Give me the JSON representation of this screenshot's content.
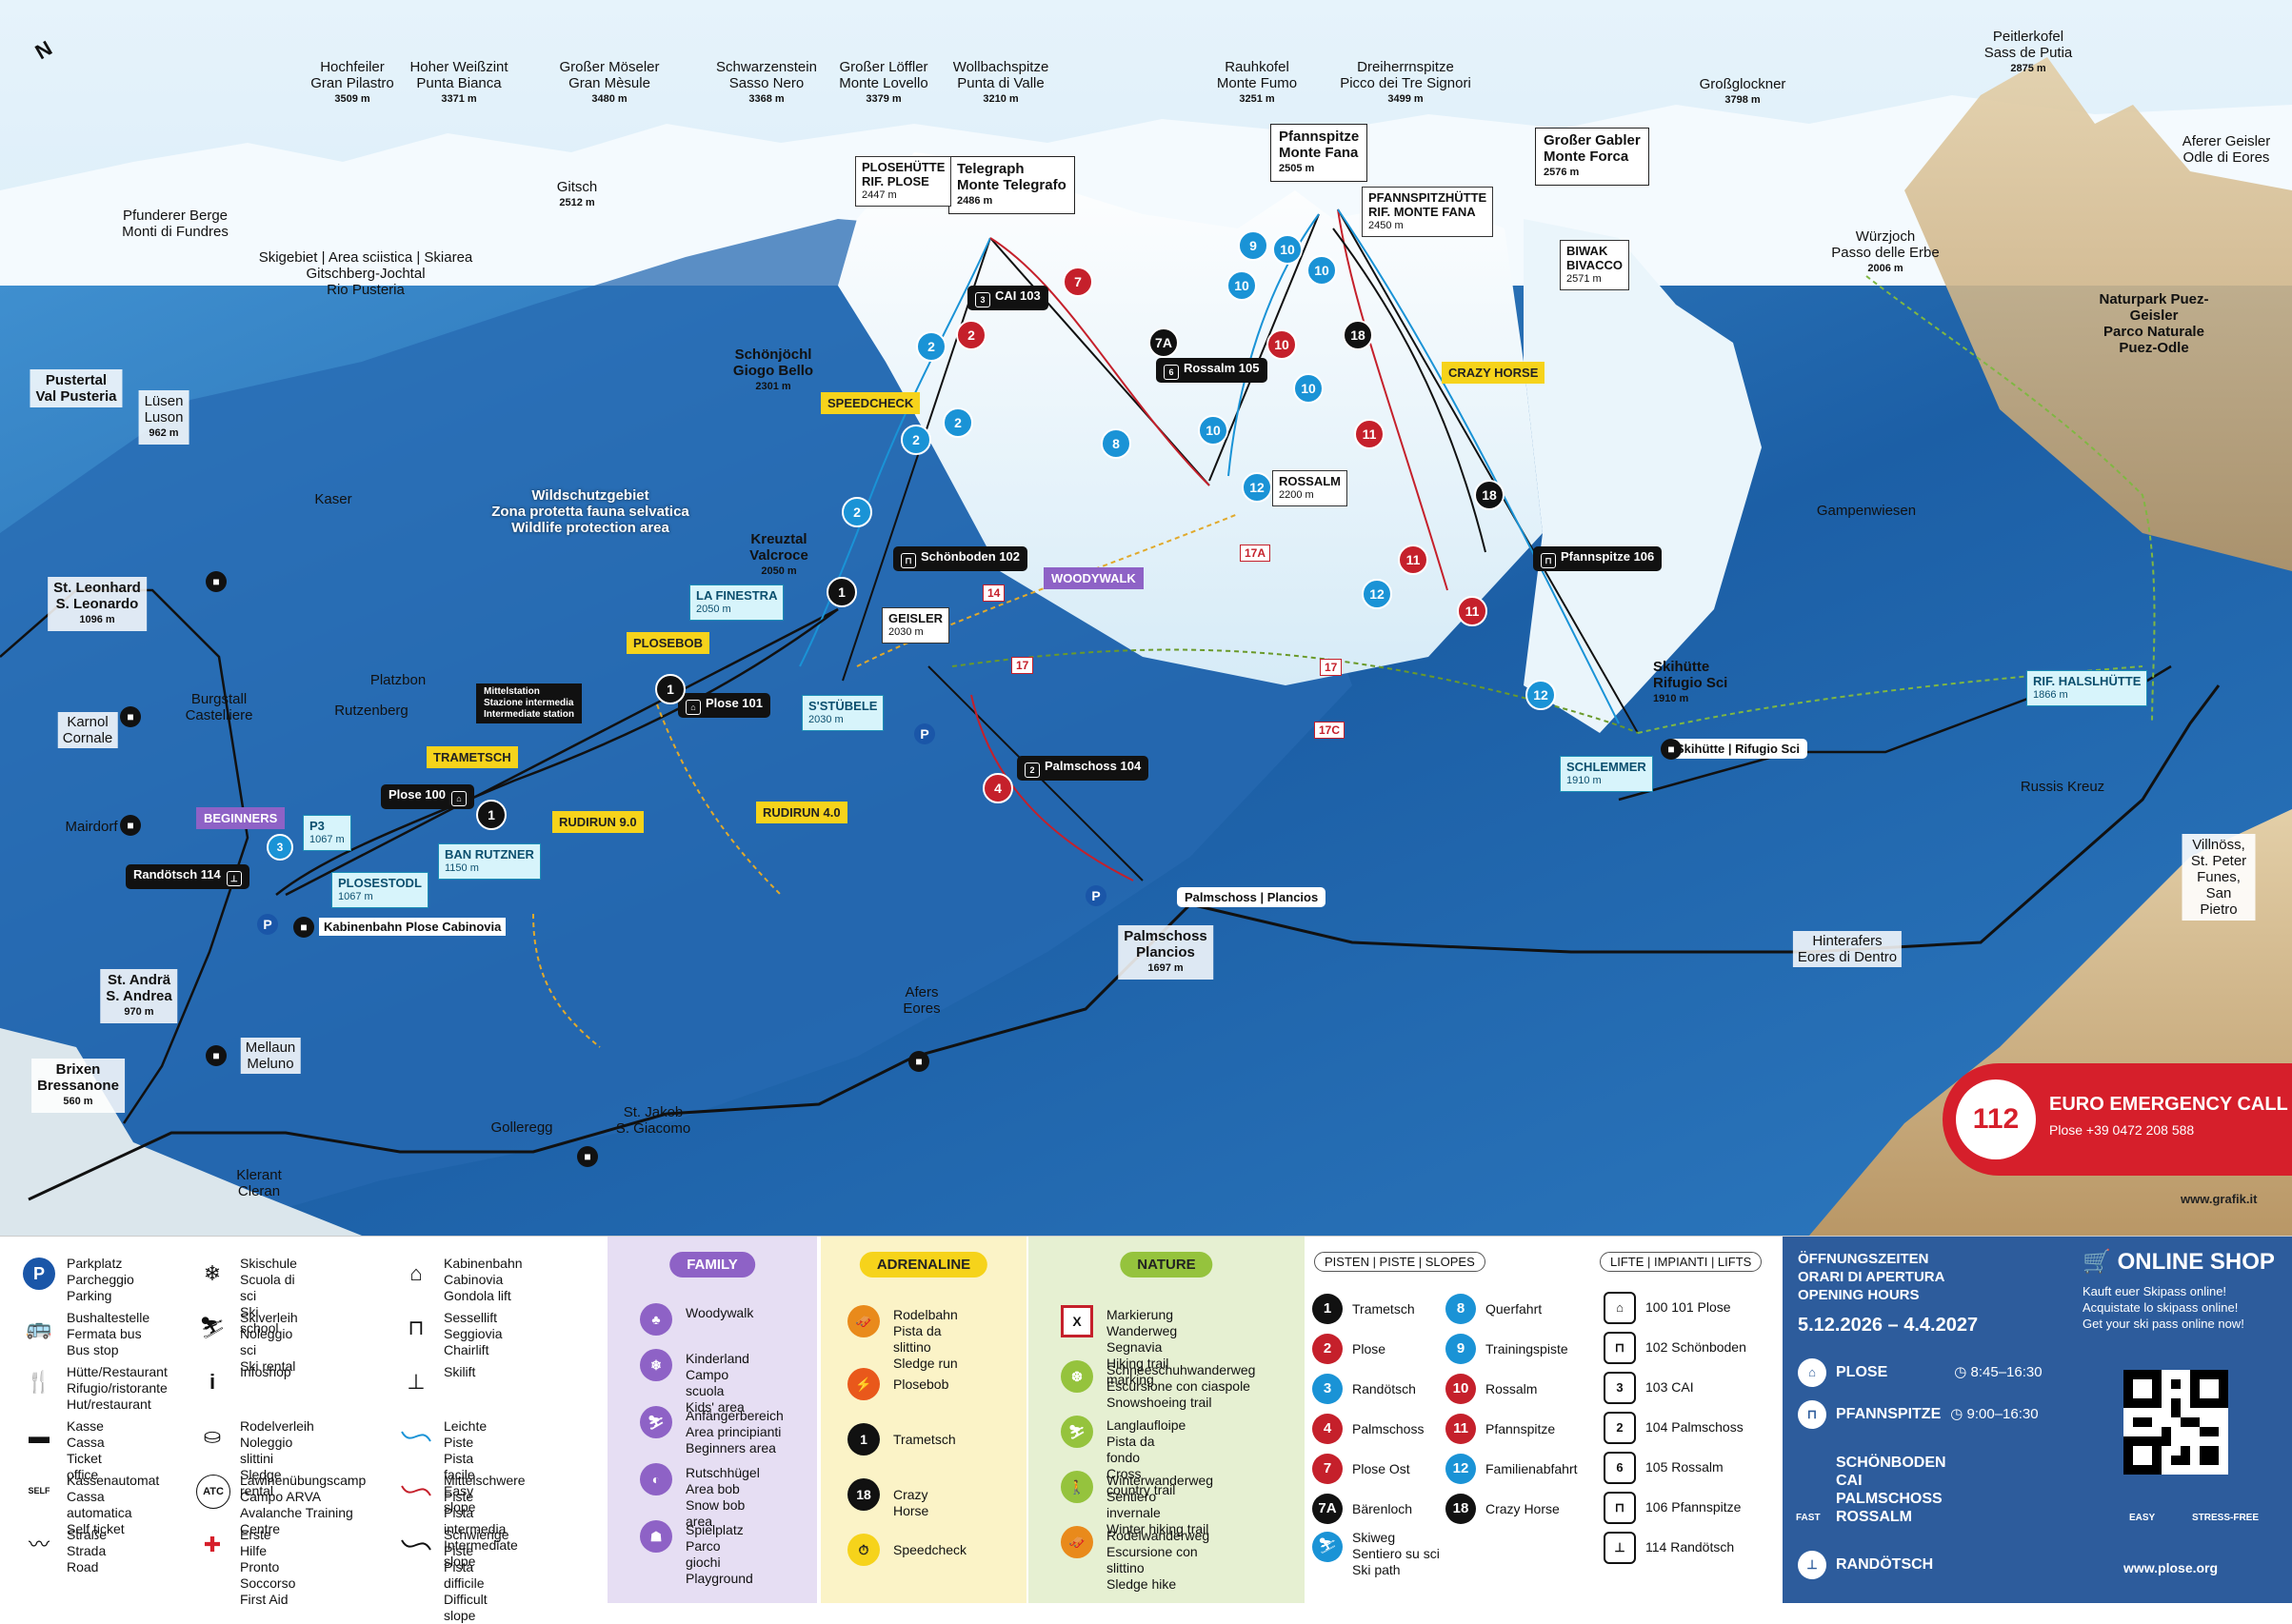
{
  "peaks": [
    {
      "name": "Hochfeiler",
      "alt_name": "Gran Pilastro",
      "elev": "3509 m"
    },
    {
      "name": "Hoher Weißzint",
      "alt_name": "Punta Bianca",
      "elev": "3371 m"
    },
    {
      "name": "Großer Möseler",
      "alt_name": "Gran Mèsule",
      "elev": "3480 m"
    },
    {
      "name": "Schwarzenstein",
      "alt_name": "Sasso Nero",
      "elev": "3368 m"
    },
    {
      "name": "Großer Löffler",
      "alt_name": "Monte Lovello",
      "elev": "3379 m"
    },
    {
      "name": "Wollbachspitze",
      "alt_name": "Punta di Valle",
      "elev": "3210 m"
    },
    {
      "name": "Rauhkofel",
      "alt_name": "Monte Fumo",
      "elev": "3251 m"
    },
    {
      "name": "Dreiherrnspitze",
      "alt_name": "Picco dei Tre Signori",
      "elev": "3499 m"
    },
    {
      "name": "Großglockner",
      "alt_name": "",
      "elev": "3798 m"
    },
    {
      "name": "Peitlerkofel",
      "alt_name": "Sass de Putia",
      "elev": "2875 m"
    },
    {
      "name": "Aferer Geisler",
      "alt_name": "Odle di Eores",
      "elev": ""
    }
  ],
  "places": {
    "gitsch": {
      "name": "Gitsch",
      "elev": "2512 m"
    },
    "pfunderer": "Pfunderer Berge\nMonti di Fundres",
    "gitschberg": "Skigebiet | Area sciistica | Skiarea\nGitschberg-Jochtal\nRio Pusteria",
    "pustertal": "Pustertal\nVal Pusteria",
    "luesen": {
      "name": "Lüsen\nLuson",
      "elev": "962 m"
    },
    "kaser": "Kaser",
    "wildschutz": "Wildschutzgebiet\nZona protetta fauna selvatica\nWildlife protection area",
    "st_leonhard": {
      "name": "St. Leonhard\nS. Leonardo",
      "elev": "1096 m"
    },
    "platzbon": "Platzbon",
    "burgstall": "Burgstall\nCastelliere",
    "rutzenberg": "Rutzenberg",
    "karnol": "Karnol\nCornale",
    "mairdorf": "Mairdorf",
    "st_andrae": {
      "name": "St. Andrä\nS. Andrea",
      "elev": "970 m"
    },
    "mellaun": "Mellaun\nMeluno",
    "brixen": {
      "name": "Brixen\nBressanone",
      "elev": "560 m"
    },
    "klerant": "Klerant\nCleran",
    "golleregg": "Golleregg",
    "st_jakob": "St. Jakob\nS. Giacomo",
    "afers": "Afers\nEores",
    "palmschoss": {
      "name": "Palmschoss\nPlancios",
      "elev": "1697 m"
    },
    "hinterafers": "Hinterafers\nEores di Dentro",
    "russis": "Russis Kreuz",
    "villnoess": "Villnöss, St. Peter\nFunes, San Pietro",
    "gampenwiesen": "Gampenwiesen",
    "wuerzjoch": {
      "name": "Würzjoch\nPasso delle Erbe",
      "elev": "2006 m"
    },
    "naturpark": "Naturpark Puez-Geisler\nParco Naturale Puez-Odle",
    "kreuztal": {
      "name": "Kreuztal\nValcroce",
      "elev": "2050 m"
    },
    "schoenjoechl": {
      "name": "Schönjöchl\nGiogo Bello",
      "elev": "2301 m"
    }
  },
  "summits": {
    "telegraph": {
      "name": "Telegraph\nMonte Telegrafo",
      "elev": "2486 m"
    },
    "pfannspitze": {
      "name": "Pfannspitze\nMonte Fana",
      "elev": "2505 m"
    },
    "gabler": {
      "name": "Großer Gabler\nMonte Forca",
      "elev": "2576 m"
    }
  },
  "huts": {
    "plosehuette": {
      "name": "PLOSEHÜTTE\nRIF. PLOSE",
      "elev": "2447 m"
    },
    "pfannspitzhuette": {
      "name": "PFANNSPITZHÜTTE\nRIF. MONTE FANA",
      "elev": "2450 m"
    },
    "biwak": {
      "name": "BIWAK\nBIVACCO",
      "elev": "2571 m"
    },
    "rossalm": {
      "name": "ROSSALM",
      "elev": "2200 m"
    },
    "la_finestra": {
      "name": "LA FINESTRA",
      "elev": "2050 m"
    },
    "geisler": {
      "name": "GEISLER",
      "elev": "2030 m"
    },
    "stuebele": {
      "name": "S'STÜBELE",
      "elev": "2030 m"
    },
    "skihuette": {
      "name": "Skihütte\nRifugio Sci",
      "elev": "1910 m"
    },
    "schlemmer": {
      "name": "SCHLEMMER",
      "elev": "1910 m"
    },
    "halslhuette": {
      "name": "RIF. HALSLHÜTTE",
      "elev": "1866 m"
    },
    "p3": {
      "name": "P3",
      "elev": "1067 m"
    },
    "ban_rutzner": {
      "name": "BAN RUTZNER",
      "elev": "1150 m"
    },
    "plosestodl": {
      "name": "PLOSESTODL",
      "elev": "1067 m"
    }
  },
  "lifts": {
    "cai103": "CAI 103",
    "rossalm105": "Rossalm 105",
    "schoenboden102": "Schönboden 102",
    "pfannspitze106": "Pfannspitze 106",
    "palmschoss104": "Palmschoss 104",
    "plose101": "Plose 101",
    "plose100": "Plose 100",
    "randoetsch114": "Randötsch 114",
    "mittelstation": "Mittelstation\nStazione intermedia\nIntermediate station",
    "kabinenbahn": "Kabinenbahn Plose Cabinovia",
    "skihuette_stop": "Skihütte | Rifugio Sci",
    "palmschoss_stop": "Palmschoss | Plancios"
  },
  "badges": {
    "speedcheck": "SPEEDCHECK",
    "crazy_horse": "CRAZY HORSE",
    "plosebob": "PLOSEBOB",
    "trametsch": "TRAMETSCH",
    "rudirun9": "RUDIRUN 9.0",
    "rudirun4": "RUDIRUN 4.0",
    "woodywalk": "WOODYWALK",
    "beginners": "BEGINNERS"
  },
  "emergency": {
    "number": "112",
    "title": "EURO EMERGENCY CALL",
    "sub": "Plose +39 0472 208 588"
  },
  "signature": "www.grafik.it",
  "north": "N",
  "legend": {
    "col1": [
      {
        "icon": "P",
        "text": "Parkplatz\nParcheggio\nParking"
      },
      {
        "icon": "🚌",
        "text": "Bushaltestelle\nFermata bus\nBus stop"
      },
      {
        "icon": "🍴",
        "text": "Hütte/Restaurant\nRifugio/ristorante\nHut/restaurant"
      },
      {
        "icon": "▬",
        "text": "Kasse\nCassa\nTicket office"
      },
      {
        "icon": "SELF",
        "text": "Kassenautomat\nCassa automatica\nSelf ticket"
      },
      {
        "icon": "〰",
        "text": "Straße\nStrada\nRoad"
      }
    ],
    "col2": [
      {
        "icon": "❄",
        "text": "Skischule\nScuola di sci\nSki school"
      },
      {
        "icon": "⛷",
        "text": "Skiverleih\nNoleggio sci\nSki rental"
      },
      {
        "icon": "i",
        "text": "Infoshop"
      },
      {
        "icon": "⛀",
        "text": "Rodelverleih\nNoleggio slittini\nSledge rental"
      },
      {
        "icon": "ATC",
        "text": "Lawinenübungscamp\nCampo ARVA\nAvalanche Training Centre"
      },
      {
        "icon": "✚",
        "text": "Erste Hilfe\nPronto Soccorso\nFirst Aid"
      }
    ],
    "col3": [
      {
        "icon": "⌂",
        "text": "Kabinenbahn\nCabinovia\nGondola lift"
      },
      {
        "icon": "⊓",
        "text": "Sessellift\nSeggiovia\nChairlift"
      },
      {
        "icon": "⊥",
        "text": "Skilift"
      },
      {
        "icon": "blue",
        "text": "Leichte Piste\nPista facile\nEasy slope"
      },
      {
        "icon": "red",
        "text": "Mittelschwere Piste\nPista intermedia\nIntermediate slope"
      },
      {
        "icon": "black",
        "text": "Schwierige Piste\nPista difficile\nDifficult slope"
      }
    ],
    "family": {
      "title": "FAMILY",
      "items": [
        "Woodywalk",
        "Kinderland\nCampo scuola\nKids' area",
        "Anfängerbereich\nArea principianti\nBeginners area",
        "Rutschhügel\nArea bob\nSnow bob area",
        "Spielplatz\nParco giochi\nPlayground"
      ]
    },
    "adrenaline": {
      "title": "ADRENALINE",
      "items": [
        {
          "icon": "🛷",
          "text": "Rodelbahn\nPista da slittino\nSledge run"
        },
        {
          "icon": "⚡",
          "text": "Plosebob"
        },
        {
          "icon": "1",
          "text": "Trametsch"
        },
        {
          "icon": "18",
          "text": "Crazy Horse"
        },
        {
          "icon": "⏱",
          "text": "Speedcheck"
        }
      ]
    },
    "nature": {
      "title": "NATURE",
      "items": [
        {
          "icon": "X",
          "text": "Markierung Wanderweg\nSegnavia\nHiking trail marking"
        },
        {
          "icon": "❆",
          "text": "Schneeschuhwanderweg\nEscursione con ciaspole\nSnowshoeing trail"
        },
        {
          "icon": "⛷",
          "text": "Langlaufloipe\nPista da fondo\nCross country trail"
        },
        {
          "icon": "🚶",
          "text": "Winterwanderweg\nSentiero invernale\nWinter hiking trail"
        },
        {
          "icon": "🛷",
          "text": "Rodelwanderweg\nEscursione con slittino\nSledge hike"
        }
      ]
    },
    "slopes_head": "PISTEN | PISTE | SLOPES",
    "slopes": [
      {
        "n": "1",
        "name": "Trametsch",
        "color": "#111111"
      },
      {
        "n": "2",
        "name": "Plose",
        "color": "#c5202b"
      },
      {
        "n": "3",
        "name": "Randötsch",
        "color": "#1a93d6"
      },
      {
        "n": "4",
        "name": "Palmschoss",
        "color": "#c5202b"
      },
      {
        "n": "7",
        "name": "Plose Ost",
        "color": "#c5202b"
      },
      {
        "n": "7A",
        "name": "Bärenloch",
        "color": "#111111"
      },
      {
        "n": "8",
        "name": "Querfahrt",
        "color": "#1a93d6"
      },
      {
        "n": "9",
        "name": "Trainingspiste",
        "color": "#1a93d6"
      },
      {
        "n": "10",
        "name": "Rossalm",
        "color": "#c5202b"
      },
      {
        "n": "11",
        "name": "Pfannspitze",
        "color": "#c5202b"
      },
      {
        "n": "12",
        "name": "Familienabfahrt",
        "color": "#1a93d6"
      },
      {
        "n": "18",
        "name": "Crazy Horse",
        "color": "#111111"
      }
    ],
    "skiweg": "Skiweg\nSentiero su sci\nSki path",
    "lifts_head": "LIFTE | IMPIANTI | LIFTS",
    "lifts": [
      {
        "icon": "⌂",
        "name": "100 101 Plose"
      },
      {
        "icon": "⊓",
        "name": "102 Schönboden"
      },
      {
        "icon": "3",
        "name": "103 CAI"
      },
      {
        "icon": "2",
        "name": "104 Palmschoss"
      },
      {
        "icon": "6",
        "name": "105 Rossalm"
      },
      {
        "icon": "⊓",
        "name": "106 Pfannspitze"
      },
      {
        "icon": "⊥",
        "name": "114 Randötsch"
      }
    ],
    "hours": {
      "title": "ÖFFNUNGSZEITEN\nORARI DI APERTURA\nOPENING HOURS",
      "date": "5.12.2026 – 4.4.2027",
      "rows": [
        {
          "name": "PLOSE",
          "time": "8:45–16:30"
        },
        {
          "name": "PFANNSPITZE",
          "time": "9:00–16:30"
        },
        {
          "name": "SCHÖNBODEN\nCAI\nPALMSCHOSS\nROSSALM",
          "time": ""
        },
        {
          "name": "RANDÖTSCH",
          "time": ""
        }
      ]
    },
    "shop": {
      "title": "ONLINE SHOP",
      "text": "Kauft euer Skipass online!\nAcquistate lo skipass online!\nGet your ski pass online now!",
      "features": [
        "FAST",
        "EASY",
        "STRESS-FREE"
      ],
      "url": "www.plose.org"
    }
  }
}
